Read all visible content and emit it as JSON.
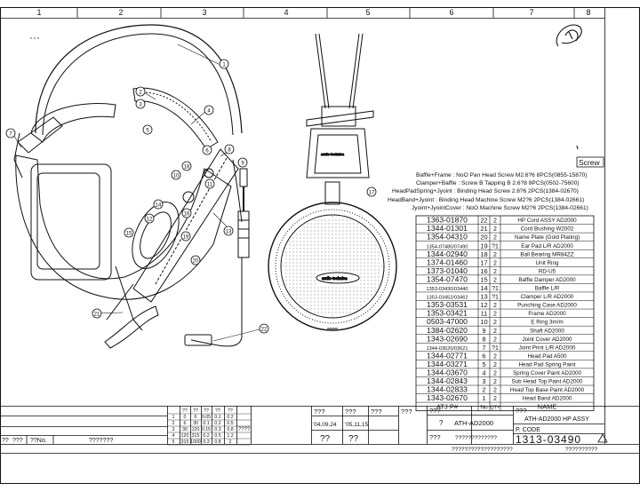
{
  "grid_numbers": [
    "1",
    "2",
    "3",
    "4",
    "5",
    "6",
    "7",
    "8"
  ],
  "callouts": [
    "1",
    "2",
    "3",
    "4",
    "5",
    "6",
    "7",
    "8",
    "9",
    "10",
    "11",
    "12",
    "13",
    "14",
    "15",
    "16",
    "17",
    "18",
    "19",
    "20",
    "21",
    "22"
  ],
  "screw_label": "Screw",
  "screw_notes": [
    "Baffle+Frame : NoO Pan Head Screw M2.6?6  8PCS(0855-15870)",
    "Clamper+Baffle : Screw B Tapping B 2.6?8  8PCS(0502-75600)",
    "HeadPadSpring+Jyoint : Binding Head Screw 2.6?6  2PCS(1384-02670)",
    "HeadBand+Jyoint : Binding Head Machine Screw M2?6  2PCS(1384-02661)",
    "Jyoint+JyointCover : NoO Machine Screw M2?6  2PCS(1384-02661)"
  ],
  "parts": [
    {
      "pn": "1363-01870",
      "no": "22",
      "qty": "2",
      "name": "HP Cord ASSY AD2000"
    },
    {
      "pn": "1344-01301",
      "no": "21",
      "qty": "2",
      "name": "Cord Bushing W2002"
    },
    {
      "pn": "1354-04310",
      "no": "20",
      "qty": "2",
      "name": "Name Plate (Gold Plating)"
    },
    {
      "pn": "1354-07480/07490",
      "no": "19",
      "qty": "?1",
      "name": "Ear Pad L/R AD2000"
    },
    {
      "pn": "1344-02940",
      "no": "18",
      "qty": "2",
      "name": "Ball Bearing MR84ZZ"
    },
    {
      "pn": "1374-01460",
      "no": "17",
      "qty": "2",
      "name": "Unit Ring"
    },
    {
      "pn": "1373-01040",
      "no": "16",
      "qty": "2",
      "name": "RD-U5"
    },
    {
      "pn": "1354-07470",
      "no": "15",
      "qty": "2",
      "name": "Baffle Damper AD2000"
    },
    {
      "pn": "1353-03430/03440",
      "no": "14",
      "qty": "?1",
      "name": "Baffle L/R"
    },
    {
      "pn": "1353-03452/03462",
      "no": "13",
      "qty": "?1",
      "name": "Clamper L/R AD2000"
    },
    {
      "pn": "1353-03531",
      "no": "12",
      "qty": "2",
      "name": "Punching Case AD2000"
    },
    {
      "pn": "1353-03421",
      "no": "11",
      "qty": "2",
      "name": "Frame AD2000"
    },
    {
      "pn": "0503-47000",
      "no": "10",
      "qty": "2",
      "name": "E Ring 3m/m"
    },
    {
      "pn": "1384-02620",
      "no": "9",
      "qty": "2",
      "name": "Shaft AD2000"
    },
    {
      "pn": "1343-02690",
      "no": "8",
      "qty": "2",
      "name": "Joint Cover AD2000"
    },
    {
      "pn": "1344-03620/03621",
      "no": "7",
      "qty": "?1",
      "name": "Joint Print L/R AD2000"
    },
    {
      "pn": "1344-02771",
      "no": "6",
      "qty": "2",
      "name": "Head Pad A500"
    },
    {
      "pn": "1344-03271",
      "no": "5",
      "qty": "2",
      "name": "Head Pad Spring Paint"
    },
    {
      "pn": "1344-03670",
      "no": "4",
      "qty": "2",
      "name": "Spring Cover Paint AD2000"
    },
    {
      "pn": "1344-02843",
      "no": "3",
      "qty": "2",
      "name": "Sub Head Top Paint AD2000"
    },
    {
      "pn": "1344-02833",
      "no": "2",
      "qty": "2",
      "name": "Head Top Base Paint AD2000"
    },
    {
      "pn": "1343-02670",
      "no": "1",
      "qty": "2",
      "name": "Head Band AD2000"
    }
  ],
  "table_header": {
    "pn": "ATJ P#",
    "no": "No",
    "qty": "QTY",
    "name": "NAME"
  },
  "tolerance_rows": [
    [
      "??",
      "??",
      "??",
      "??",
      "??"
    ],
    [
      "0",
      "6",
      "0.05",
      "0.1",
      "0.2"
    ],
    [
      "6",
      "30",
      "0.1",
      "0.2",
      "0.5"
    ],
    [
      "30",
      "120",
      "0.15",
      "0.3",
      "0.8"
    ],
    [
      "120",
      "315",
      "0.2",
      "0.5",
      "1.2"
    ],
    [
      "315",
      "1000",
      "0.3",
      "0.8",
      "2"
    ]
  ],
  "title_block": {
    "q1": "???",
    "q2": "???",
    "q3": "???",
    "q4": "???",
    "date1": "'04,09,24",
    "date2": "'05,11,15",
    "sig1": "??",
    "sig2": "??",
    "model": "ATH-AD2000",
    "title_label": "???",
    "title": "ATH-AD2000 HP ASSY",
    "q5": "???",
    "subtitle": "?????????????",
    "pcode_label": "P. CODE",
    "pcode": "1313-03490",
    "bottom_center": "???????????????????",
    "bottom_right": "??????????",
    "sym_o": "?",
    "row_left": "??",
    "row_qno": "??No.",
    "row_q": "???",
    "row_hdr": "???????",
    "tol_extra": "????",
    "small_q": "??"
  },
  "brand_mark": "audio-technica"
}
